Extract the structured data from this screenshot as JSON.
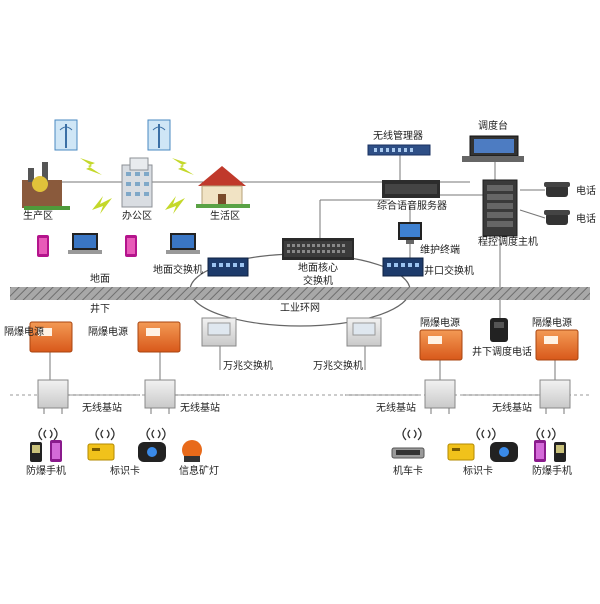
{
  "surface": {
    "areas": {
      "production": "生产区",
      "office": "办公区",
      "living": "生活区"
    },
    "label": "地面",
    "switch": "地面交换机",
    "core_switch_line1": "地面核心",
    "core_switch_line2": "交换机",
    "wireless_manager": "无线管理器",
    "voice_server": "综合语音服务器",
    "dispatch_console": "调度台",
    "maintenance_terminal": "维护终端",
    "pbx": "程控调度主机",
    "phone_1": "电话",
    "phone_2": "电话",
    "shaft_switch": "井口交换机"
  },
  "underground": {
    "label": "井下",
    "ring_network": "工业环网",
    "ps_left_1": "隔爆电源",
    "ps_left_2": "隔爆电源",
    "ps_right_1": "隔爆电源",
    "ps_right_2": "隔爆电源",
    "gig_switch_left": "万兆交换机",
    "gig_switch_right": "万兆交换机",
    "dispatch_phone": "井下调度电话",
    "base_station_1": "无线基站",
    "base_station_2": "无线基站",
    "base_station_3": "无线基站",
    "base_station_4": "无线基站",
    "device_explosion_phone_left": "防爆手机",
    "device_id_card_left": "标识卡",
    "device_lamp": "信息矿灯",
    "device_vehicle_card": "机车卡",
    "device_id_card_right": "标识卡",
    "device_explosion_phone_right": "防爆手机"
  },
  "icons": [
    "wifi-tower-icon",
    "building-icon",
    "house-icon",
    "factory-icon",
    "mobile-phone-icon",
    "laptop-icon",
    "network-switch-icon",
    "rack-switch-icon",
    "server-icon",
    "monitor-icon",
    "telephone-icon",
    "power-supply-icon",
    "base-station-icon",
    "wireless-signal-icon",
    "id-card-icon",
    "miner-lamp-icon"
  ],
  "colors": {
    "ground_band": "#8c8c8c",
    "power_supply": "#e8702a",
    "lightning": "#c4d82a",
    "line": "#666666"
  }
}
